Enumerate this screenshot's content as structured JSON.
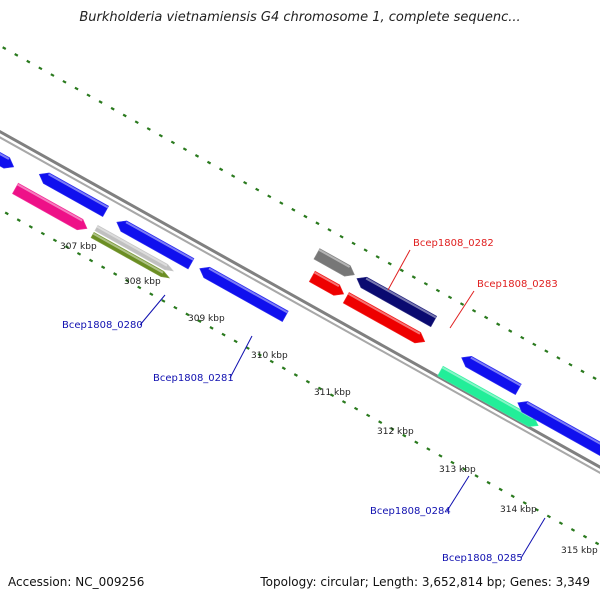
{
  "title": "Burkholderia vietnamiensis G4 chromosome 1, complete sequenc...",
  "accession": "Accession: NC_009256",
  "summary": "Topology: circular; Length: 3,652,814 bp; Genes: 3,349",
  "colors": {
    "backbone": "#808080",
    "tick": "#2a7a1e",
    "label_red": "#e02020",
    "label_blue": "#1010b0",
    "blue": "#1010ee",
    "magenta": "#ee1188",
    "silver": "#c0c0c0",
    "olive": "#6b8e23",
    "gray": "#777777",
    "navy": "#0a0a70",
    "red": "#ee0000",
    "aqua": "#22ee99"
  },
  "kbp_labels": [
    "307 kbp",
    "308 kbp",
    "309 kbp",
    "310 kbp",
    "311 kbp",
    "312 kbp",
    "313 kbp",
    "314 kbp",
    "315 kbp"
  ],
  "gene_labels": [
    {
      "text": "Bcep1808_0280",
      "color": "label_blue"
    },
    {
      "text": "Bcep1808_0281",
      "color": "label_blue"
    },
    {
      "text": "Bcep1808_0282",
      "color": "label_red"
    },
    {
      "text": "Bcep1808_0283",
      "color": "label_red"
    },
    {
      "text": "Bcep1808_0284",
      "color": "label_blue"
    },
    {
      "text": "Bcep1808_0285",
      "color": "label_blue"
    }
  ],
  "features": [
    {
      "name": "feature-blue-left",
      "color": "blue"
    },
    {
      "name": "feature-blue-a",
      "color": "blue"
    },
    {
      "name": "feature-magenta",
      "color": "magenta"
    },
    {
      "name": "feature-blue-b",
      "color": "blue"
    },
    {
      "name": "feature-silver",
      "color": "silver"
    },
    {
      "name": "feature-olive",
      "color": "olive"
    },
    {
      "name": "feature-blue-c",
      "color": "blue"
    },
    {
      "name": "feature-gray",
      "color": "gray"
    },
    {
      "name": "feature-navy",
      "color": "navy"
    },
    {
      "name": "feature-red-a",
      "color": "red"
    },
    {
      "name": "feature-red-b",
      "color": "red"
    },
    {
      "name": "feature-blue-d",
      "color": "blue"
    },
    {
      "name": "feature-aqua",
      "color": "aqua"
    },
    {
      "name": "feature-blue-e",
      "color": "blue"
    }
  ]
}
